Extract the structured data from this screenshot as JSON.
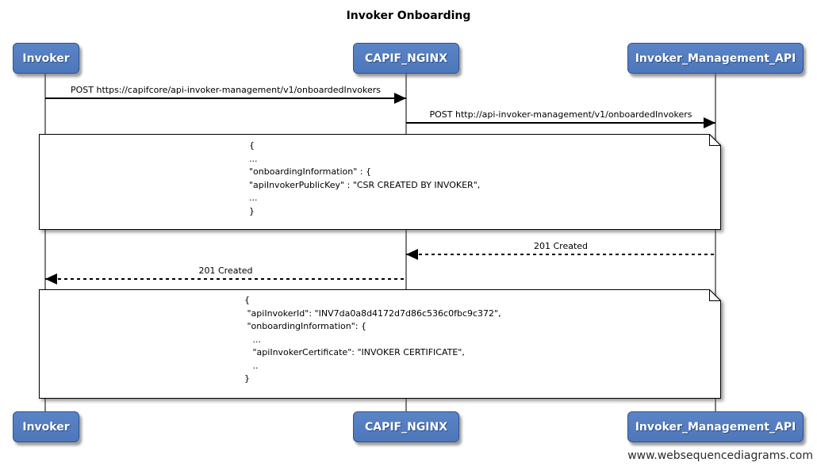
{
  "title": "Invoker Onboarding",
  "actors": {
    "invoker": "Invoker",
    "capif_nginx": "CAPIF_NGINX",
    "invoker_management_api": "Invoker_Management_API"
  },
  "messages": [
    {
      "from": "Invoker",
      "to": "CAPIF_NGINX",
      "type": "solid",
      "label": "POST https://capifcore/api-invoker-management/v1/onboardedInvokers"
    },
    {
      "from": "CAPIF_NGINX",
      "to": "Invoker_Management_API",
      "type": "solid",
      "label": "POST http://api-invoker-management/v1/onboardedInvokers"
    },
    {
      "from": "Invoker_Management_API",
      "to": "CAPIF_NGINX",
      "type": "dashed",
      "label": "201 Created"
    },
    {
      "from": "CAPIF_NGINX",
      "to": "Invoker",
      "type": "dashed",
      "label": "201 Created"
    }
  ],
  "notes": [
    {
      "id": "onboarding-request-body",
      "text": "{\n...\n\"onboardingInformation\" : {\n\"apiInvokerPublicKey\" : \"CSR CREATED BY INVOKER\",\n...\n}"
    },
    {
      "id": "onboarding-response-body",
      "text": "{\n \"apiInvokerId\": \"INV7da0a8d4172d7d86c536c0fbc9c372\",\n \"onboardingInformation\": {\n   ...\n   \"apiInvokerCertificate\": \"INVOKER CERTIFICATE\",\n   ..\n}"
    }
  ],
  "watermark": "www.websequencediagrams.com",
  "colors": {
    "actor_fill": "#4e79be",
    "actor_border": "#2f538f",
    "actor_text": "#ffffff",
    "message_line": "#000000",
    "lifeline": "#7d7d7d",
    "note_fill": "#ffffff",
    "note_border": "#000000",
    "background": "#ffffff"
  }
}
